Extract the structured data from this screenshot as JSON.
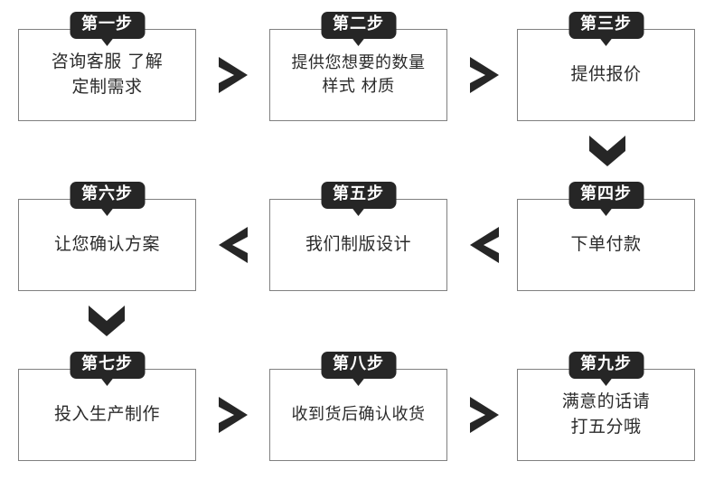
{
  "diagram": {
    "type": "flowchart",
    "title": "",
    "colors": {
      "badge_bg": "#262626",
      "badge_text": "#ffffff",
      "box_border": "#808080",
      "box_bg": "#ffffff",
      "body_text": "#2b2b2b",
      "arrow": "#262626",
      "page_bg": "#ffffff"
    },
    "steps": [
      {
        "id": "step-1",
        "badge": "第一步",
        "text": "咨询客服 了解\n定制需求",
        "row": 1,
        "col": 1
      },
      {
        "id": "step-2",
        "badge": "第二步",
        "text": "提供您想要的数量\n样式 材质",
        "row": 1,
        "col": 2
      },
      {
        "id": "step-3",
        "badge": "第三步",
        "text": "提供报价",
        "row": 1,
        "col": 3
      },
      {
        "id": "step-6",
        "badge": "第六步",
        "text": "让您确认方案",
        "row": 2,
        "col": 1
      },
      {
        "id": "step-5",
        "badge": "第五步",
        "text": "我们制版设计",
        "row": 2,
        "col": 2
      },
      {
        "id": "step-4",
        "badge": "第四步",
        "text": "下单付款",
        "row": 2,
        "col": 3
      },
      {
        "id": "step-7",
        "badge": "第七步",
        "text": "投入生产制作",
        "row": 3,
        "col": 1
      },
      {
        "id": "step-8",
        "badge": "第八步",
        "text": "收到货后确认收货",
        "row": 3,
        "col": 2
      },
      {
        "id": "step-9",
        "badge": "第九步",
        "text": "满意的话请\n打五分哦",
        "row": 3,
        "col": 3
      }
    ],
    "connectors": [
      {
        "id": "arrow-1-to-2",
        "direction": "right",
        "from": "step-1",
        "to": "step-2"
      },
      {
        "id": "arrow-2-to-3",
        "direction": "right",
        "from": "step-2",
        "to": "step-3"
      },
      {
        "id": "arrow-3-to-4",
        "direction": "down",
        "from": "step-3",
        "to": "step-4"
      },
      {
        "id": "arrow-4-to-5",
        "direction": "left",
        "from": "step-4",
        "to": "step-5"
      },
      {
        "id": "arrow-5-to-6",
        "direction": "left",
        "from": "step-5",
        "to": "step-6"
      },
      {
        "id": "arrow-6-to-7",
        "direction": "down",
        "from": "step-6",
        "to": "step-7"
      },
      {
        "id": "arrow-7-to-8",
        "direction": "right",
        "from": "step-7",
        "to": "step-8"
      },
      {
        "id": "arrow-8-to-9",
        "direction": "right",
        "from": "step-8",
        "to": "step-9"
      }
    ]
  }
}
